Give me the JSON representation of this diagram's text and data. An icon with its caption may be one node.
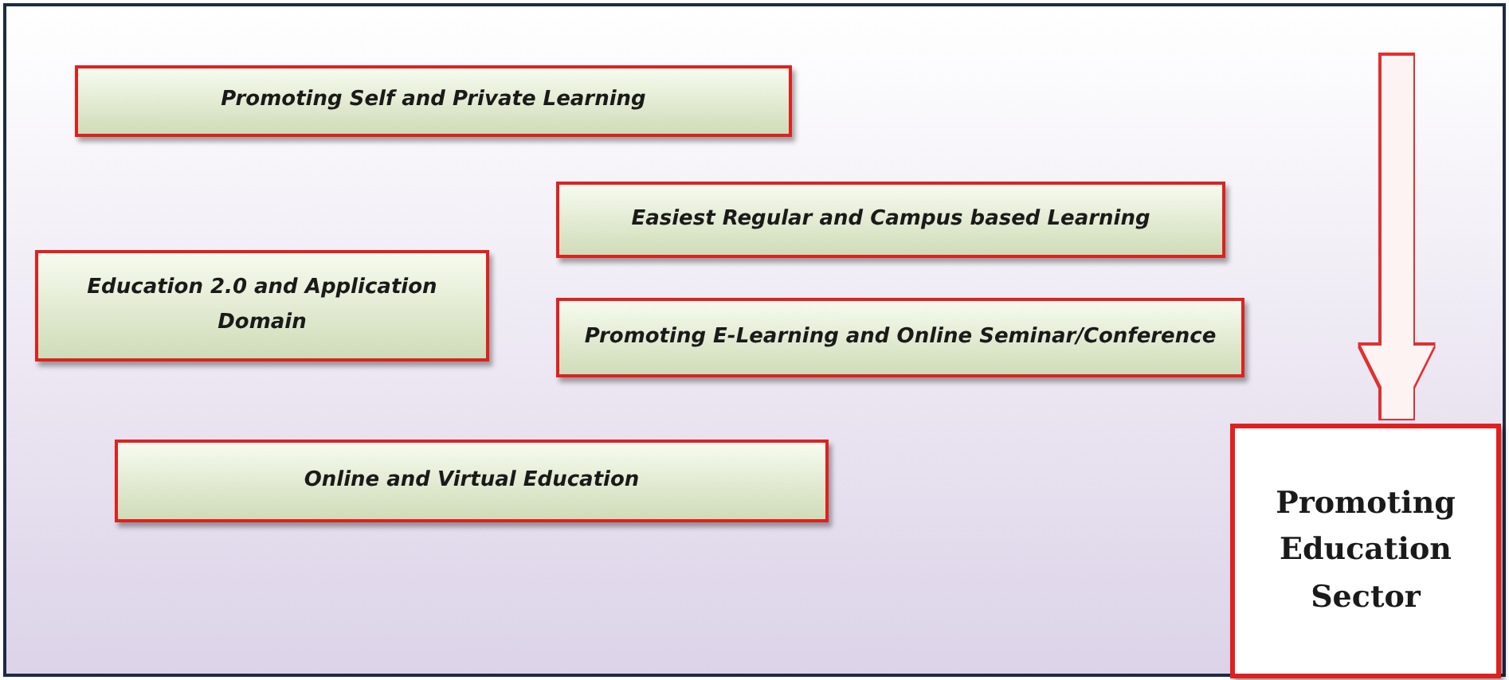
{
  "diagram": {
    "nodes": [
      {
        "text": [
          "Promoting Self and Private Learning"
        ]
      },
      {
        "text": [
          "Easiest Regular and Campus based Learning"
        ]
      },
      {
        "text": [
          "Education 2.0 and Application Domain"
        ]
      },
      {
        "text": [
          "Promoting E-Learning and Online Seminar/Conference"
        ]
      },
      {
        "text": [
          "Online and Virtual Education"
        ]
      },
      {
        "text": [
          "Promoting Education Sector"
        ]
      }
    ],
    "edges": [
      {
        "from": null,
        "to": 5,
        "arrow": "to"
      }
    ]
  }
}
